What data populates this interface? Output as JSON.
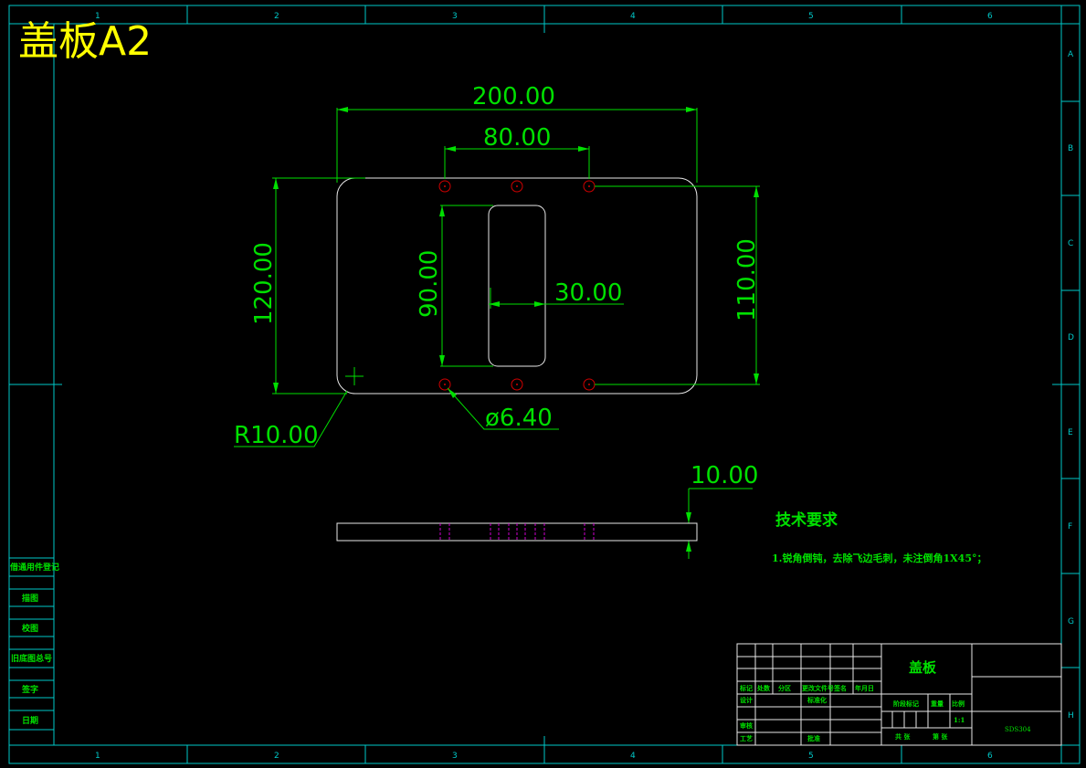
{
  "title": "盖板A2",
  "zones": {
    "columns": [
      "1",
      "2",
      "3",
      "4",
      "5",
      "6"
    ],
    "rows": [
      "A",
      "B",
      "C",
      "D",
      "E",
      "F",
      "G",
      "H"
    ]
  },
  "dimensions": {
    "width": "200.00",
    "hole_spacing": "80.00",
    "height": "120.00",
    "slot_height": "90.00",
    "slot_width": "30.00",
    "hole_height": "110.00",
    "corner_radius": "R10.00",
    "hole_diameter": "ø6.40",
    "thickness": "10.00"
  },
  "technical_requirements": {
    "heading": "技术要求",
    "item_1": "1.锐角倒钝，去除飞边毛刺，未注倒角1X45°；"
  },
  "side_table": [
    "借通用件登记",
    "描图",
    "校图",
    "旧底图总号",
    "签字",
    "日期"
  ],
  "title_block": {
    "part_name": "盖板",
    "code": "SDS304",
    "scale": "1:1",
    "row_labels": {
      "mark": "标记",
      "count": "处数",
      "zone": "分区",
      "change_doc": "更改文件号",
      "signature": "签名",
      "date": "年月日",
      "design": "设计",
      "standardization": "标准化",
      "review": "审核",
      "process": "工艺",
      "approve": "批准",
      "stage_mark": "阶段标记",
      "weight": "重量",
      "ratio": "比例",
      "sheets_total": "共 张",
      "sheet_no": "第 张"
    }
  },
  "colors": {
    "frame": "#00c8c8",
    "dimension": "#00e000",
    "outline": "#e8e8e8",
    "hole": "#d00000",
    "hidden": "#d000d0",
    "title": "#ffff00"
  }
}
